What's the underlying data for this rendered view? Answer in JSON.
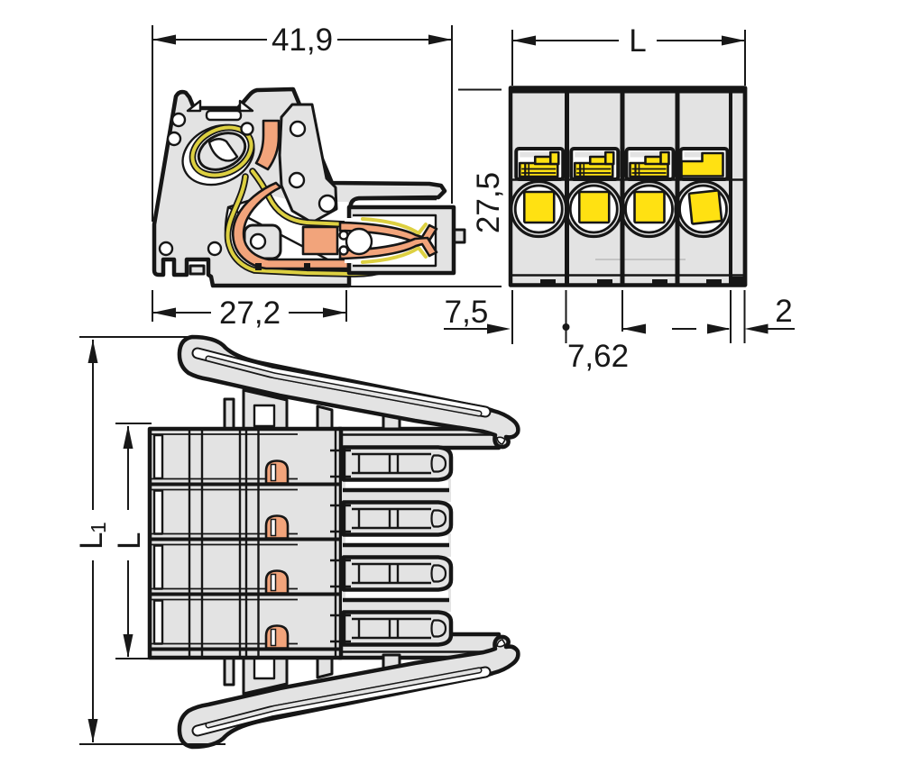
{
  "page": {
    "background": "#ffffff",
    "kind": "technical-dimension-drawing",
    "views": [
      "side-section-view",
      "front-view",
      "top-view"
    ]
  },
  "drawing": {
    "side_view": {
      "dim_total_width": "41,9",
      "dim_base_width": "27,2",
      "dim_plug_depth": "7,5"
    },
    "front_view": {
      "poles": "4",
      "dim_length": "L",
      "dim_height": "27,5",
      "dim_pitch": "7,62",
      "dim_end_wall": "2"
    },
    "top_view": {
      "dim_outer_length_main": "L",
      "dim_outer_length_sub": "1",
      "dim_body_length": "L"
    },
    "colors": {
      "housing": "#e3e3e3",
      "outline": "#161616",
      "copper": "#f2a47b",
      "actuation": "#ffe112",
      "spring": "#ddd041"
    },
    "symbols": {
      "dim_arrow": "filled-triangle",
      "dim_terminator_dot": "filled-circle",
      "housing_wedge_marks": "hollow-triangle-pair"
    }
  }
}
